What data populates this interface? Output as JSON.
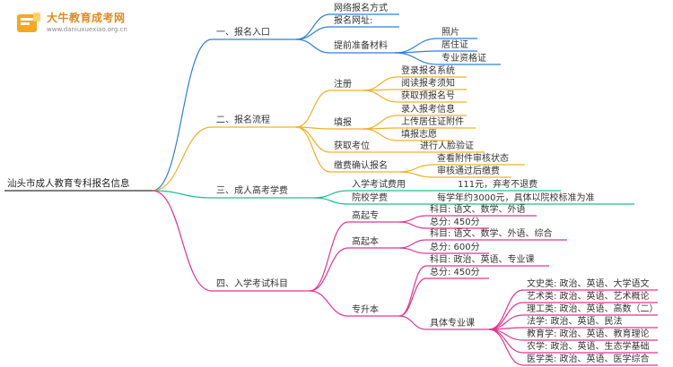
{
  "logo": {
    "name": "大牛教育成考网",
    "url": "www.daniuxuexiao.org.cn"
  },
  "root": "汕头市成人教育专科报名信息",
  "colors": {
    "blue": "#2f7fe0",
    "orange": "#f0b02a",
    "green": "#1fbf8f",
    "pink": "#e8338f"
  },
  "b1": {
    "title": "一、报名入口",
    "c1": "网络报名方式",
    "c2": "报名网址:",
    "c3": {
      "label": "提前准备材料",
      "d1": "照片",
      "d2": "居住证",
      "d3": "专业资格证"
    }
  },
  "b2": {
    "title": "二、报名流程",
    "reg": {
      "label": "注册",
      "d1": "登录报名系统",
      "d2": "阅读报考须知",
      "d3": "获取预报名号"
    },
    "fill": {
      "label": "填报",
      "d1": "录入报考信息",
      "d2": "上传居住证附件",
      "d3": "填报志愿"
    },
    "pos": {
      "label": "获取考位",
      "d1": "进行人脸验证"
    },
    "pay": {
      "label": "缴费确认报名",
      "d1": "查看附件审核状态",
      "d2": "审核通过后缴费"
    }
  },
  "b3": {
    "title": "三、成人高考学费",
    "c1": {
      "label": "入学考试费用",
      "d1": "111元，弃考不退费"
    },
    "c2": {
      "label": "院校学费",
      "d1": "每学年约3000元，具体以院校标准为准"
    }
  },
  "b4": {
    "title": "四、入学考试科目",
    "gqz": {
      "label": "高起专",
      "d1": "科目: 语文、数学、外语",
      "d2": "总分: 450分"
    },
    "gqb": {
      "label": "高起本",
      "d1": "科目: 语文、数学、外语、综合",
      "d2": "总分: 600分"
    },
    "zsb": {
      "label": "专升本",
      "d1": "科目: 政治、英语、专业课",
      "d2": "总分: 450分",
      "spec": {
        "label": "具体专业课",
        "items": [
          "文史类: 政治、英语、大学语文",
          "艺术类: 政治、英语、艺术概论",
          "理工类: 政治、英语、高数（二）",
          "法学: 政治、英语、民法",
          "教育学: 政治、英语、教育理论",
          "农学: 政治、英语、生态学基础",
          "医学类: 政治、英语、医学综合"
        ]
      }
    }
  }
}
